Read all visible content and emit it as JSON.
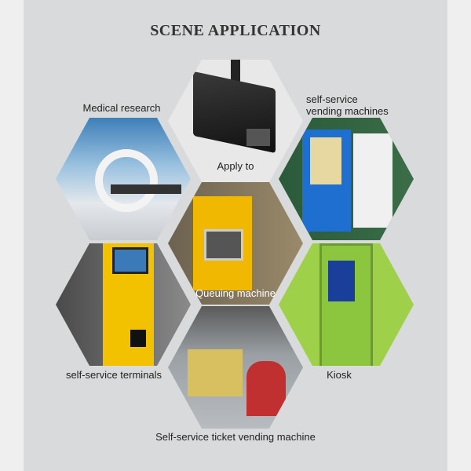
{
  "title": "SCENE APPLICATION",
  "scenes": [
    {
      "label": "Apply to"
    },
    {
      "label": "Medical research"
    },
    {
      "label": "self-service vending machines",
      "line1": "self-service",
      "line2": "vending machines"
    },
    {
      "label": "Queuing machine"
    },
    {
      "label": "self-service terminals"
    },
    {
      "label": "Kiosk"
    },
    {
      "label": "Self-service ticket vending machine"
    }
  ]
}
